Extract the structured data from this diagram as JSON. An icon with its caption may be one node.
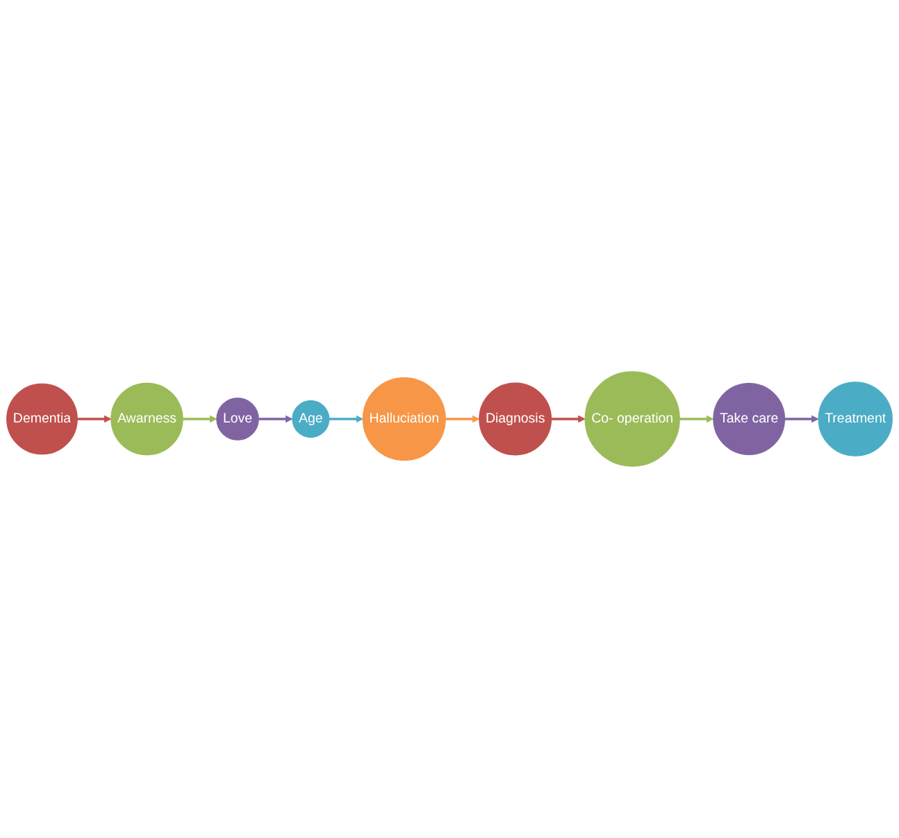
{
  "diagram": {
    "nodes": [
      {
        "text": [
          "Dementia"
        ]
      },
      {
        "text": [
          "Diagnosis"
        ]
      },
      {
        "text": [
          "Co- operation"
        ]
      },
      {
        "text": [
          "Awarness"
        ]
      },
      {
        "text": [
          "Halluciation"
        ]
      },
      {
        "text": [
          "Take care"
        ]
      },
      {
        "text": [
          "Love"
        ]
      },
      {
        "text": [
          "Age"
        ]
      },
      {
        "text": [
          "Treatment"
        ]
      }
    ],
    "edges": [
      {
        "from": 0,
        "to": 3,
        "arrow": "to",
        "color": "#c0504d"
      },
      {
        "from": 3,
        "to": 6,
        "arrow": "to",
        "color": "#9bbb59"
      },
      {
        "from": 6,
        "to": 7,
        "arrow": "to",
        "color": "#8064a2"
      },
      {
        "from": 7,
        "to": 4,
        "arrow": "to",
        "color": "#4bacc6"
      },
      {
        "from": 4,
        "to": 1,
        "arrow": "to",
        "color": "#f79646"
      },
      {
        "from": 1,
        "to": 2,
        "arrow": "to",
        "color": "#c0504d"
      },
      {
        "from": 2,
        "to": 5,
        "arrow": "to",
        "color": "#9bbb59"
      },
      {
        "from": 5,
        "to": 8,
        "arrow": "to",
        "color": "#8064a2"
      }
    ]
  }
}
